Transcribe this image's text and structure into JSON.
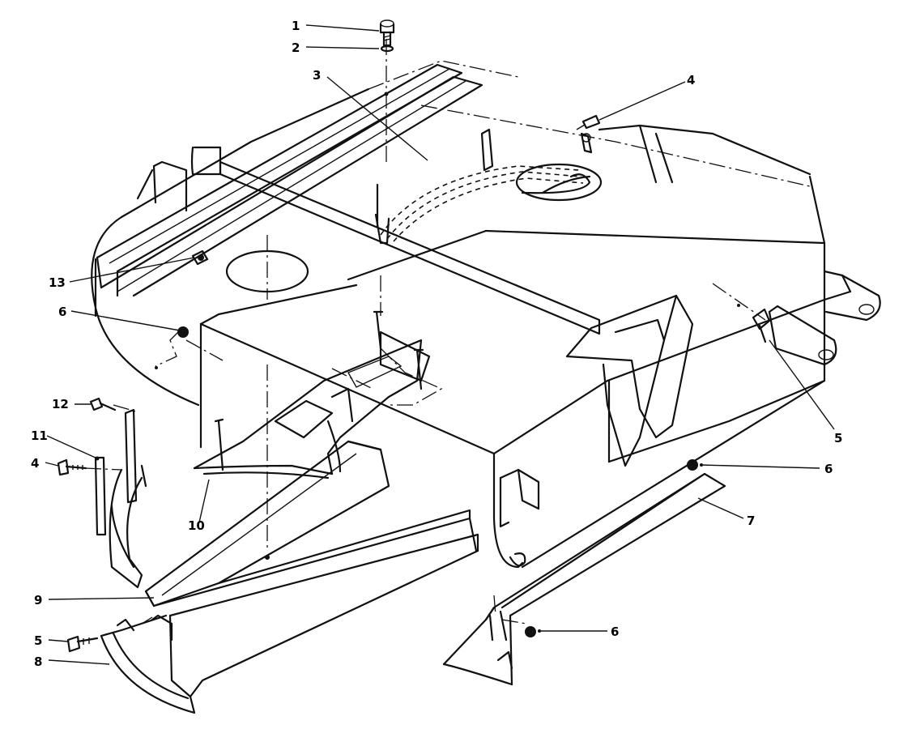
{
  "callouts": {
    "c1": "1",
    "c2": "2",
    "c3": "3",
    "c4a": "4",
    "c4b": "4",
    "c5a": "5",
    "c5b": "5",
    "c6a": "6",
    "c6b": "6",
    "c6c": "6",
    "c7": "7",
    "c8": "8",
    "c9": "9",
    "c10": "10",
    "c11": "11",
    "c12": "12",
    "c13": "13"
  },
  "colors": {
    "ink": "#111111",
    "paper": "#ffffff"
  }
}
